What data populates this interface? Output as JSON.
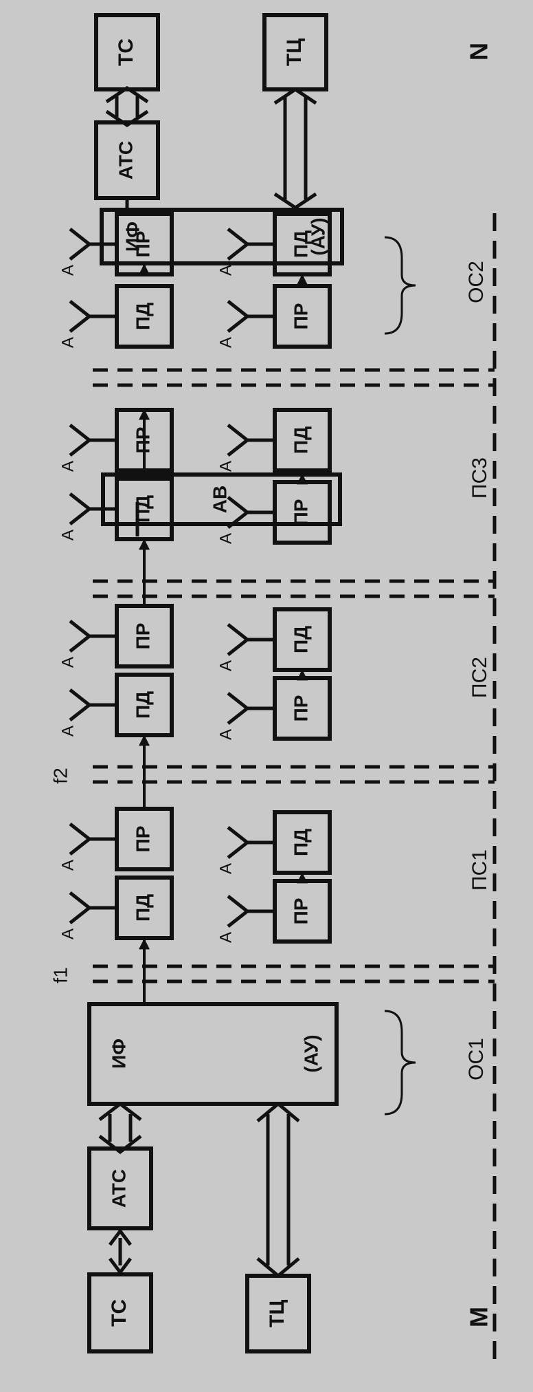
{
  "theme": {
    "background": "#c9c9c9",
    "ink": "#111111"
  },
  "endpoints": {
    "left": "M",
    "right": "N"
  },
  "blocks": {
    "ts": "ТС",
    "tc": "ТЦ",
    "ats": "АТС",
    "if": "ИФ",
    "au": "(АУ)",
    "pd": "ПД",
    "pr": "ПР",
    "av": "АВ"
  },
  "antenna_label": "А",
  "frequencies": {
    "f1": "f1",
    "f2": "f2"
  },
  "sections": {
    "oc1": "ОС1",
    "pc1": "ПС1",
    "pc2": "ПС2",
    "pc3": "ПС3",
    "oc2": "ОС2"
  }
}
